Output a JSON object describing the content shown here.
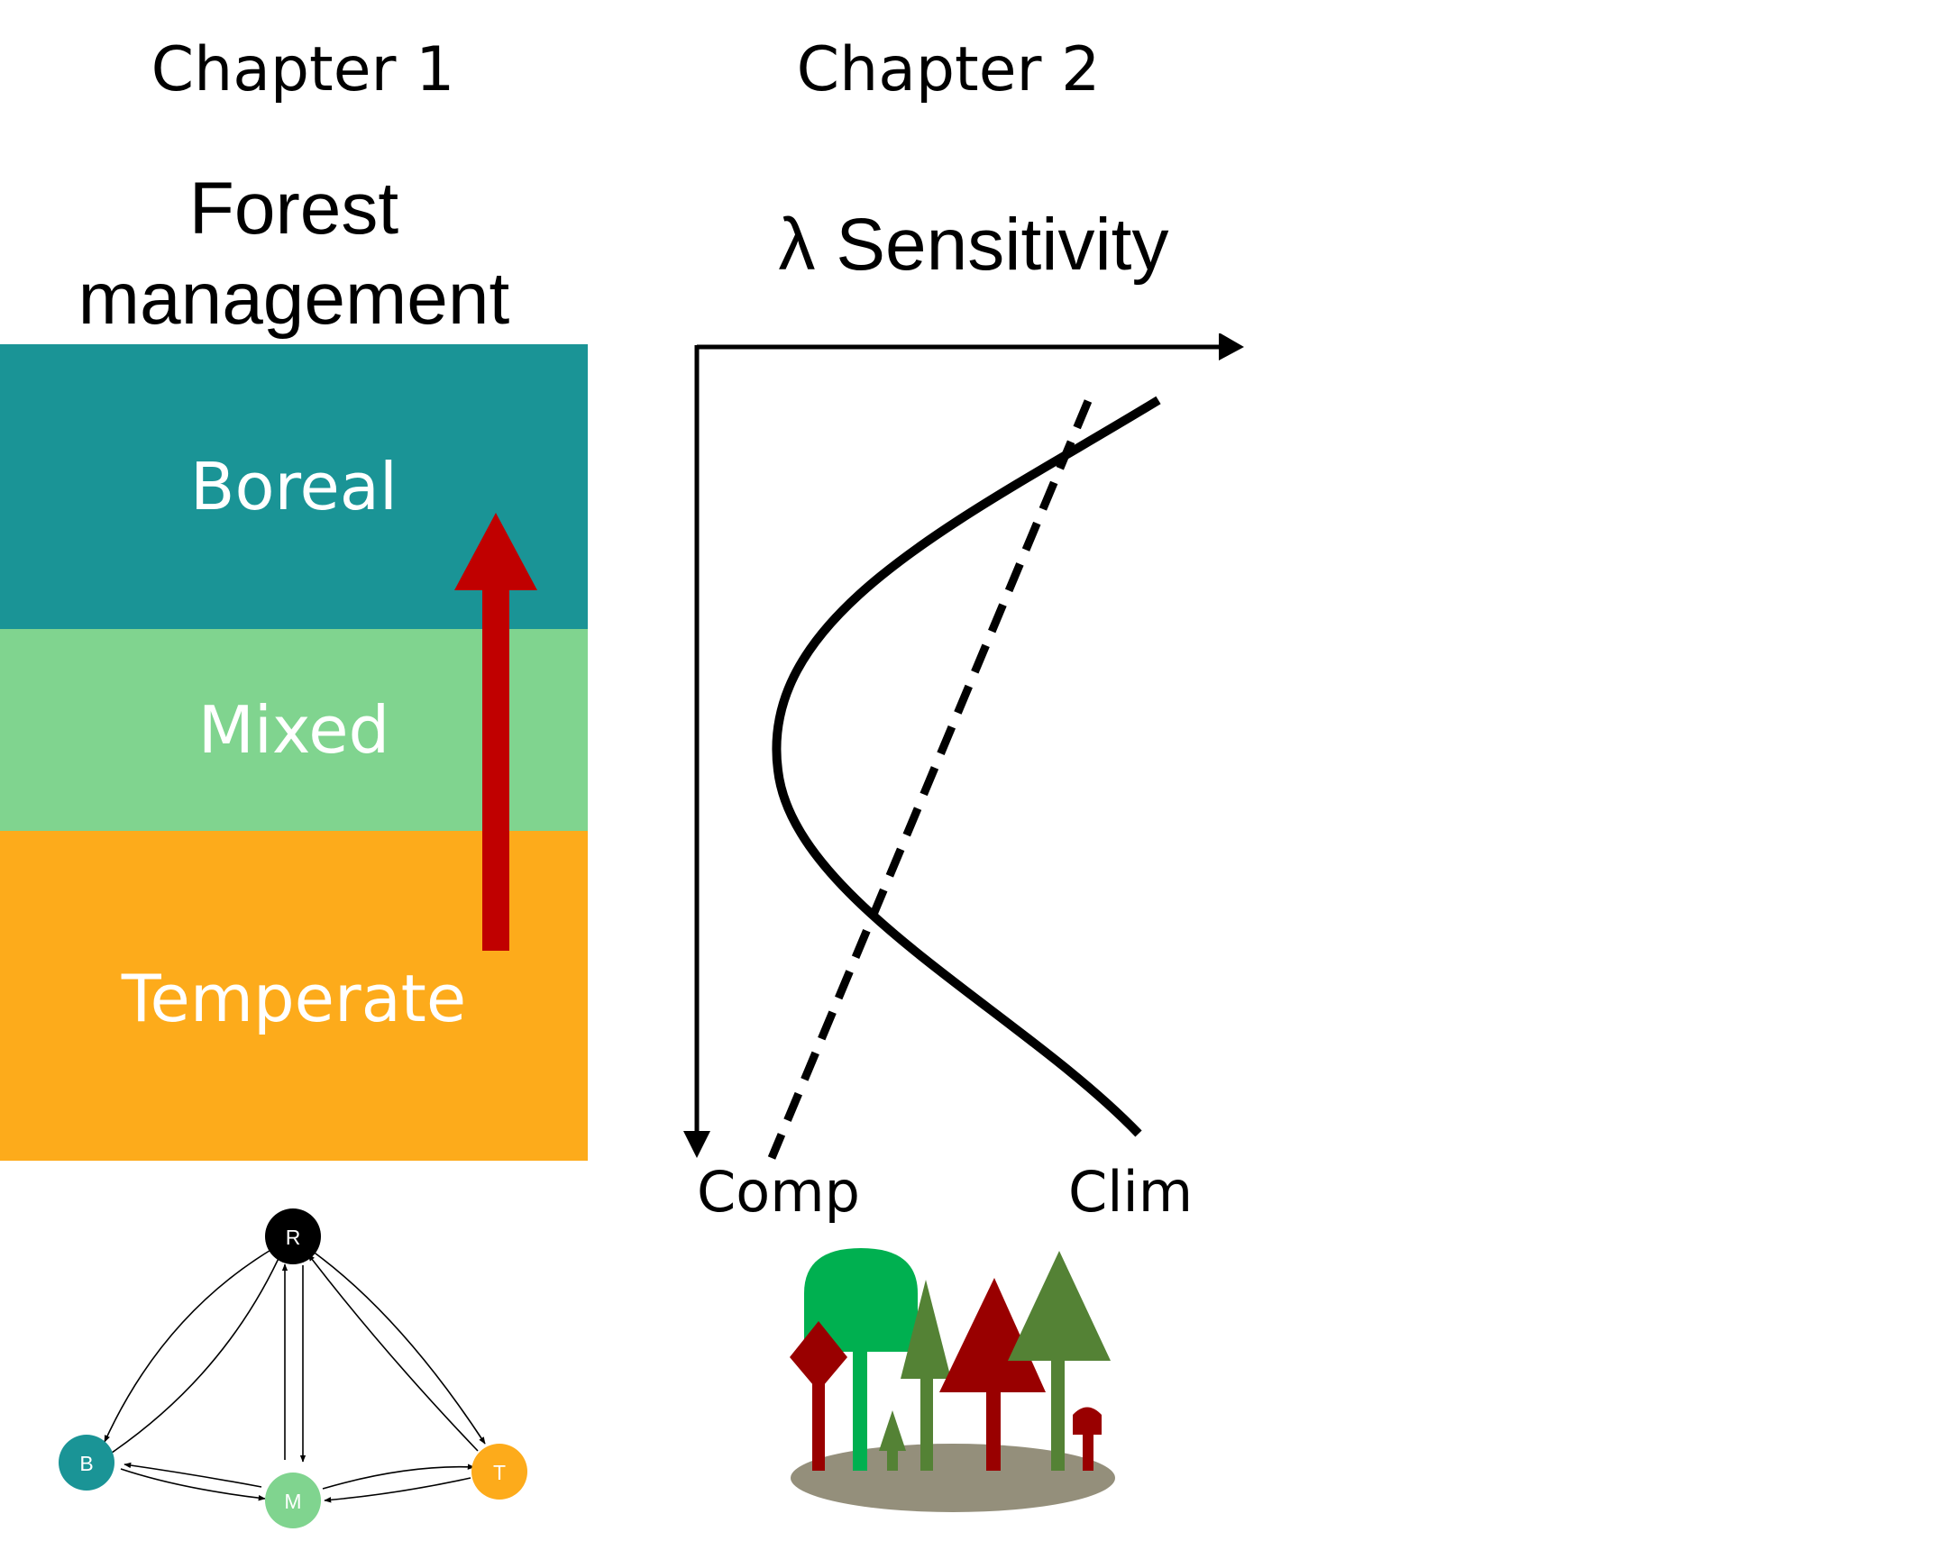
{
  "chapter1": {
    "title": "Chapter 1",
    "heading_line1": "Forest",
    "heading_line2": "management",
    "zones": [
      {
        "label": "Boreal",
        "color": "#1a9496"
      },
      {
        "label": "Mixed",
        "color": "#80d48f"
      },
      {
        "label": "Temperate",
        "color": "#fdab1b"
      }
    ],
    "arrow_color": "#c00000",
    "network": {
      "nodes": [
        {
          "id": "R",
          "label": "R",
          "color": "#000000"
        },
        {
          "id": "B",
          "label": "B",
          "color": "#1a9496"
        },
        {
          "id": "M",
          "label": "M",
          "color": "#80d48f"
        },
        {
          "id": "T",
          "label": "T",
          "color": "#fdab1b"
        }
      ]
    }
  },
  "chapter2": {
    "title": "Chapter 2",
    "heading": "λ Sensitivity",
    "axis_left_label": "Comp",
    "axis_right_label": "Clim",
    "forest_colors": {
      "bright_green": "#00b050",
      "olive_green": "#548235",
      "dark_red": "#990000",
      "ground": "#948f7b"
    }
  }
}
